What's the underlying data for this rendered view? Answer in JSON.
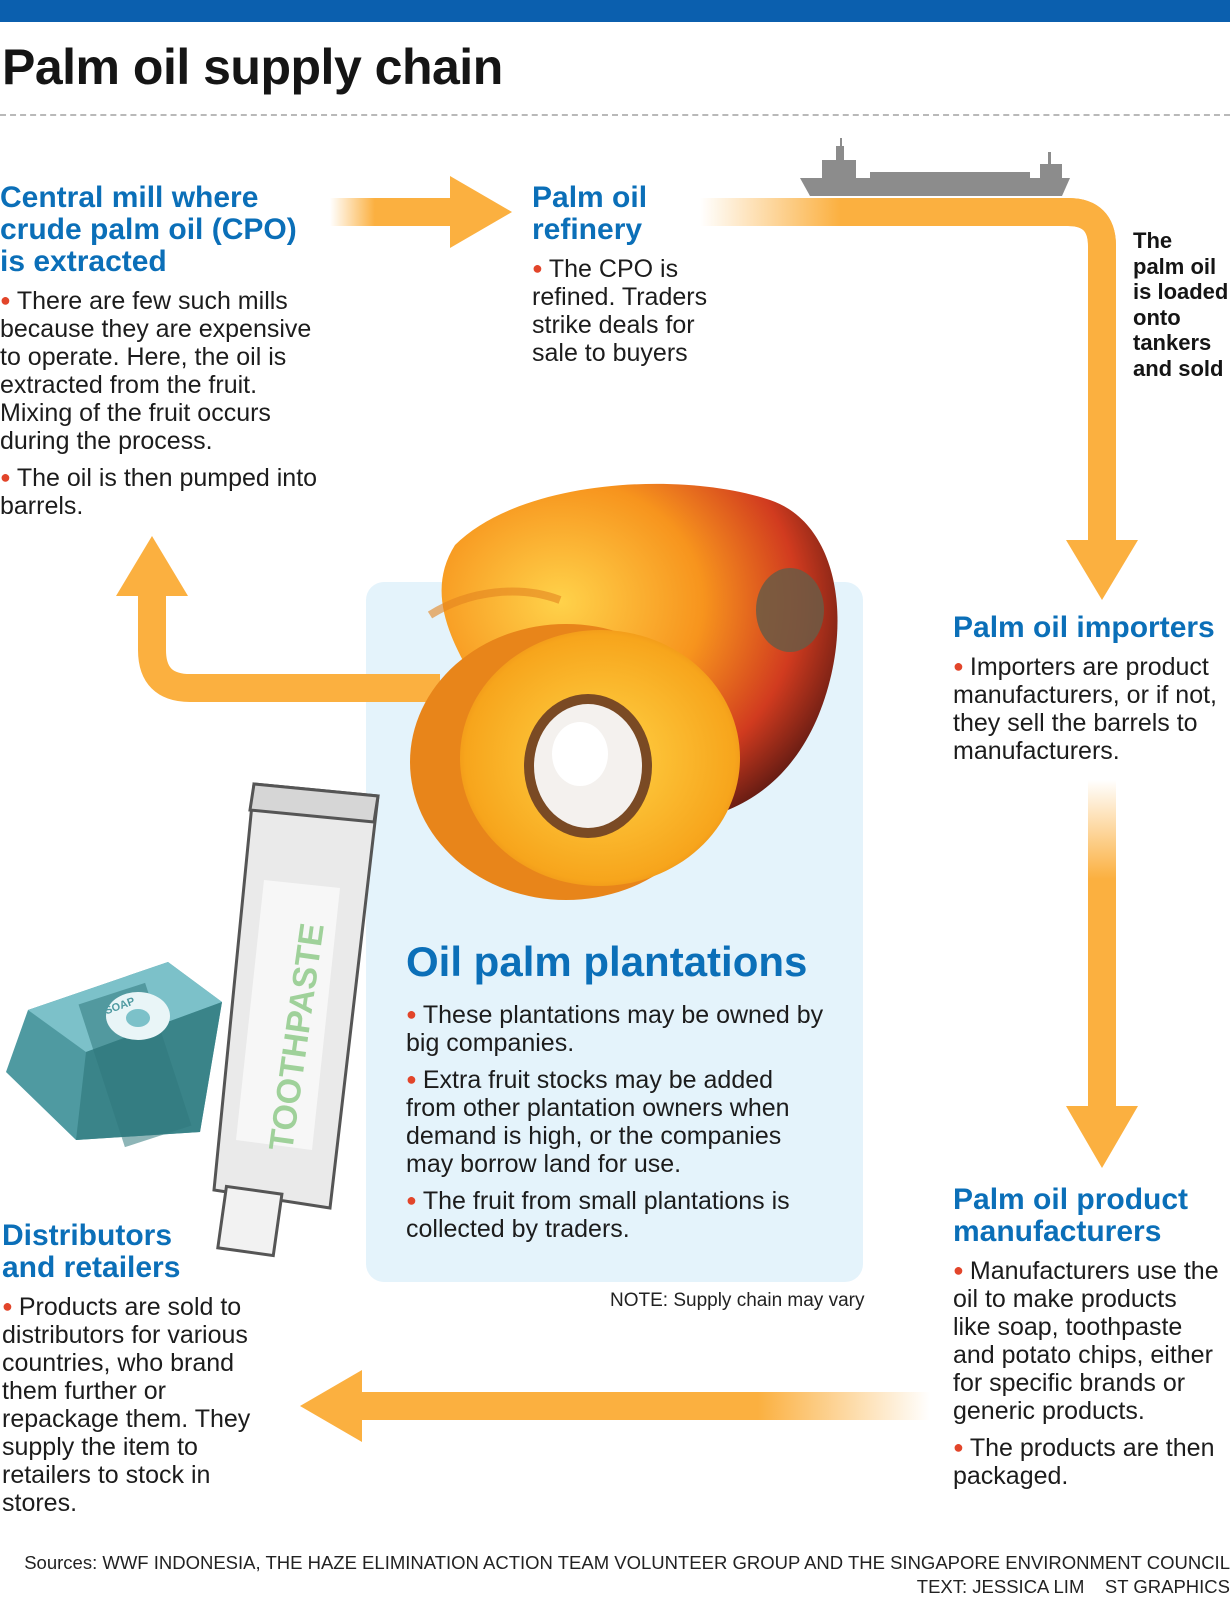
{
  "title": "Palm oil supply chain",
  "colors": {
    "bar": "#0b5fae",
    "heading": "#0b6fb8",
    "arrow": "#fbb040",
    "bullet": "#e2452a",
    "panel": "#e4f3fb"
  },
  "nodes": {
    "mill": {
      "heading": "Central mill where crude palm oil (CPO) is extracted",
      "bullets": [
        "There are few such mills because they are expensive to operate. Here, the oil is extracted from the fruit. Mixing of the fruit occurs during the process.",
        "The oil is then pumped into barrels."
      ]
    },
    "refinery": {
      "heading": "Palm oil refinery",
      "bullets": [
        "The CPO is refined. Traders strike deals for sale to buyers"
      ]
    },
    "tanker": {
      "label": "The palm oil is loaded onto tankers and sold"
    },
    "importers": {
      "heading": "Palm oil importers",
      "bullets": [
        "Importers are product manufacturers, or if not, they sell the barrels to manufacturers."
      ]
    },
    "plantations": {
      "heading": "Oil palm plantations",
      "bullets": [
        "These plantations may be owned by big companies.",
        "Extra fruit stocks may be added from other plantation owners when demand is high, or the companies may borrow land for use.",
        "The fruit from small plantations is collected by traders."
      ]
    },
    "manufacturers": {
      "heading": "Palm oil product manufacturers",
      "bullets": [
        "Manufacturers use the oil to make products like soap, toothpaste and potato chips, either for specific brands or generic products.",
        "The products are then packaged."
      ]
    },
    "distributors": {
      "heading": "Distributors and retailers",
      "bullets": [
        "Products are sold to distributors for various countries, who brand them further or repackage them. They supply the item to retailers to stock in stores."
      ]
    }
  },
  "illustrations": {
    "toothpaste_label": "TOOTHPASTE",
    "soap_label": "SOAP"
  },
  "note": "NOTE: Supply chain may vary",
  "sources": "Sources: WWF INDONESIA, THE HAZE ELIMINATION ACTION TEAM VOLUNTEER GROUP AND THE SINGAPORE ENVIRONMENT COUNCIL",
  "credit": {
    "text": "TEXT: JESSICA LIM",
    "graphics": "ST GRAPHICS"
  }
}
